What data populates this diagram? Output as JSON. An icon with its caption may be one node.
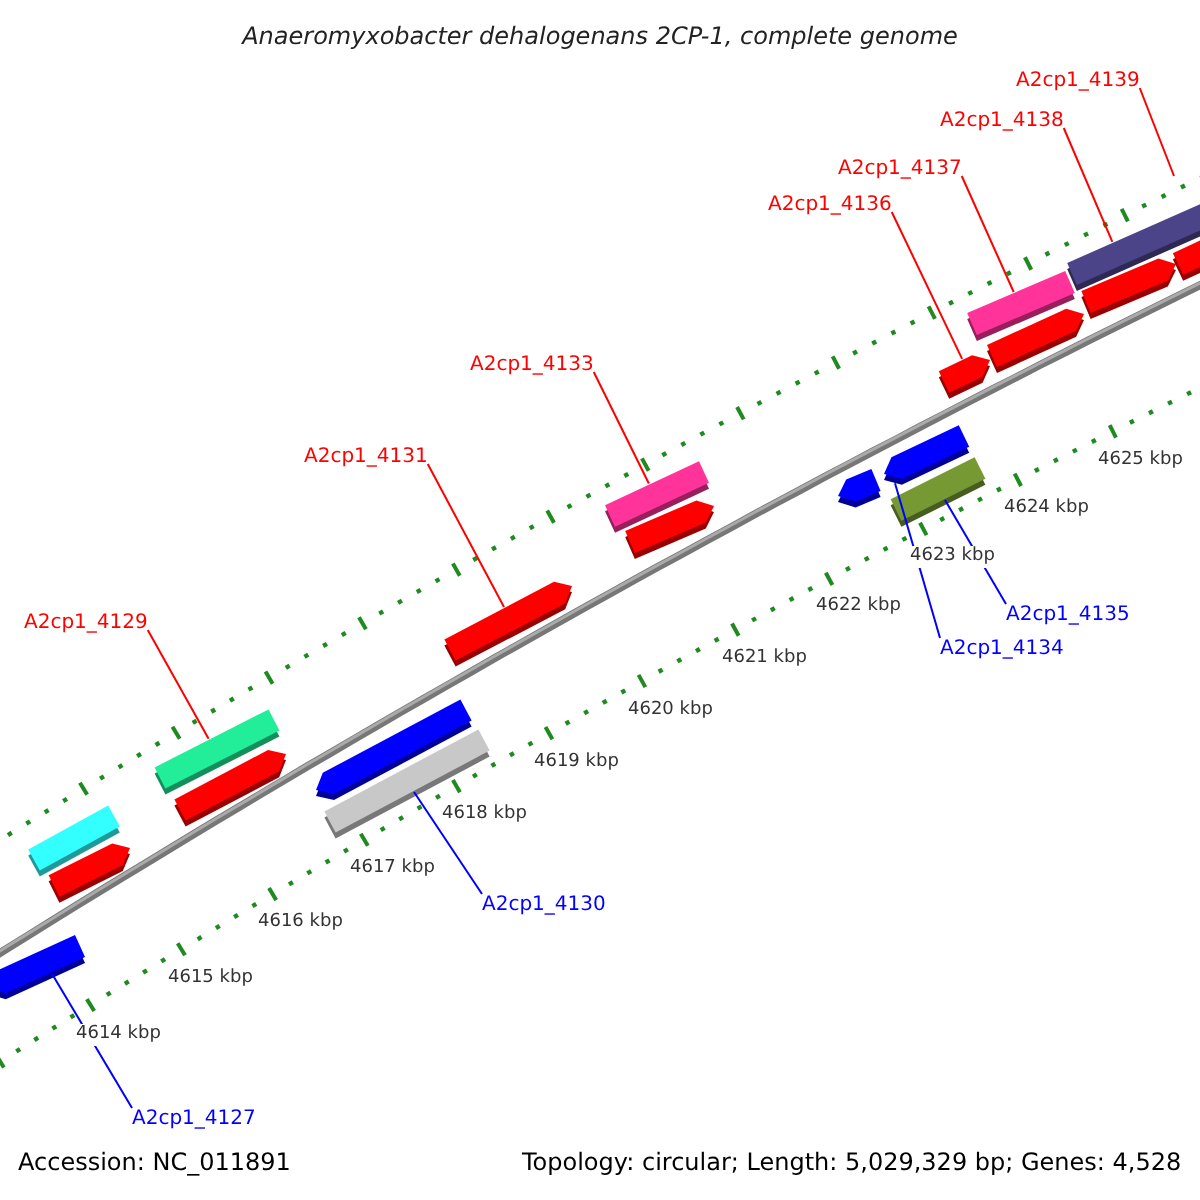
{
  "diagram": {
    "title": "Anaeromyxobacter dehalogenans 2CP-1, complete genome",
    "nodes": [
      {
        "text": [],
        "shape": "arrow"
      },
      {
        "text": [],
        "shape": "box"
      },
      {
        "text": [],
        "shape": "arrow"
      },
      {
        "text": [],
        "shape": "box"
      },
      {
        "text": [],
        "shape": "arrow"
      },
      {
        "text": [],
        "shape": "arrow"
      },
      {
        "text": [],
        "shape": "box"
      },
      {
        "text": [],
        "shape": "arrow"
      },
      {
        "text": [],
        "shape": "box"
      },
      {
        "text": [],
        "shape": "arrow"
      },
      {
        "text": [],
        "shape": "arrow"
      },
      {
        "text": [],
        "shape": "arrow"
      },
      {
        "text": [],
        "shape": "box"
      },
      {
        "text": [],
        "shape": "arrow"
      },
      {
        "text": [],
        "shape": "arrow"
      },
      {
        "text": [],
        "shape": "box"
      },
      {
        "text": [],
        "shape": "box"
      },
      {
        "text": [],
        "shape": "arrow"
      },
      {
        "text": [],
        "shape": "box"
      },
      {
        "text": [
          "A2cp1_4129"
        ]
      },
      {
        "text": [
          "A2cp1_4127"
        ]
      },
      {
        "text": [
          "A2cp1_4130"
        ]
      },
      {
        "text": [
          "A2cp1_4131"
        ]
      },
      {
        "text": [
          "A2cp1_4133"
        ]
      },
      {
        "text": [
          "A2cp1_4134"
        ]
      },
      {
        "text": [
          "A2cp1_4135"
        ]
      },
      {
        "text": [
          "A2cp1_4136"
        ]
      },
      {
        "text": [
          "A2cp1_4137"
        ]
      },
      {
        "text": [
          "A2cp1_4138"
        ]
      },
      {
        "text": [
          "A2cp1_4139"
        ]
      }
    ],
    "edges": [
      {
        "from": 19,
        "to": 3,
        "arrow": "none"
      },
      {
        "from": 20,
        "to": 0,
        "arrow": "none",
        "color": "#0000ff"
      },
      {
        "from": 21,
        "to": 6,
        "arrow": "none",
        "color": "#0000ff"
      },
      {
        "from": 22,
        "to": 7,
        "arrow": "none"
      },
      {
        "from": 23,
        "to": 8,
        "arrow": "none"
      },
      {
        "from": 24,
        "to": 11,
        "arrow": "none",
        "color": "#0000ff"
      },
      {
        "from": 25,
        "to": 12,
        "arrow": "none",
        "color": "#0000ff"
      },
      {
        "from": 26,
        "to": 13,
        "arrow": "none"
      },
      {
        "from": 27,
        "to": 15,
        "arrow": "none"
      },
      {
        "from": 28,
        "to": 16,
        "arrow": "none"
      },
      {
        "from": 29,
        "to": null,
        "arrow": "none"
      }
    ],
    "labels": [
      "4614 kbp",
      "4615 kbp",
      "4616 kbp",
      "4617 kbp",
      "4618 kbp",
      "4619 kbp",
      "4620 kbp",
      "4621 kbp",
      "4622 kbp",
      "4623 kbp",
      "4624 kbp",
      "4625 kbp",
      "Accession: NC_011891",
      "Topology: circular; Length: 5,029,329 bp; Genes: 4,528"
    ]
  }
}
